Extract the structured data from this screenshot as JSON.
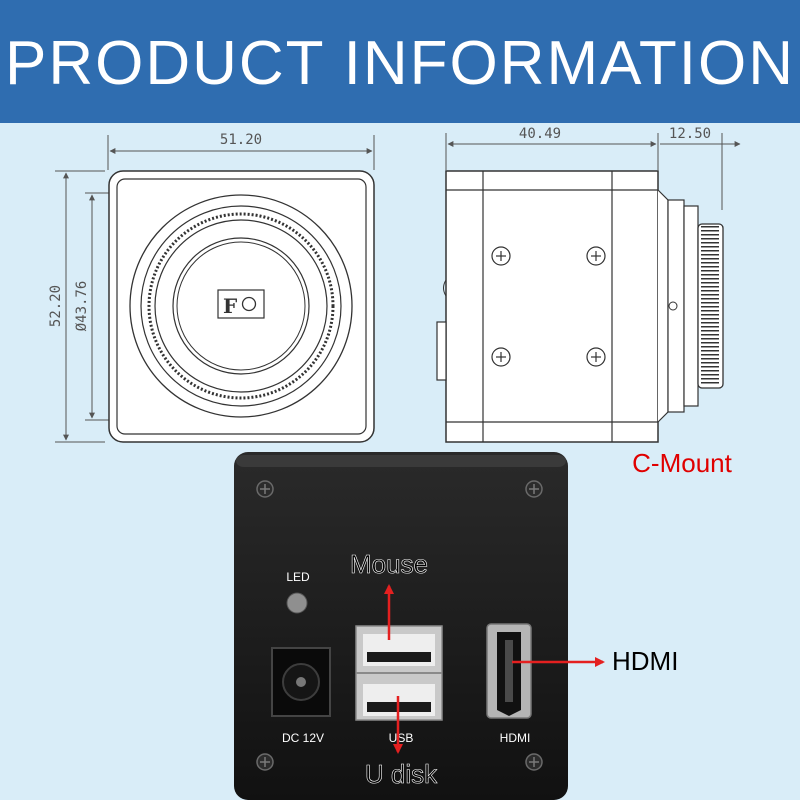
{
  "banner": {
    "title": "PRODUCT INFORMATION",
    "background": "#2f6db0"
  },
  "dimensions": {
    "front_width": "51.20",
    "front_height": "52.20",
    "lens_diameter": "Ø43.76",
    "side_depth": "40.49",
    "mount_depth": "12.50"
  },
  "lens_logo": "F",
  "labels": {
    "c_mount": "C-Mount",
    "c_mount_color": "#e00000",
    "led": "LED",
    "dc": "DC 12V",
    "usb": "USB",
    "hdmi_port": "HDMI",
    "mouse": "Mouse",
    "hdmi": "HDMI",
    "udisk": "U disk"
  },
  "arrow_color": "#e42020"
}
